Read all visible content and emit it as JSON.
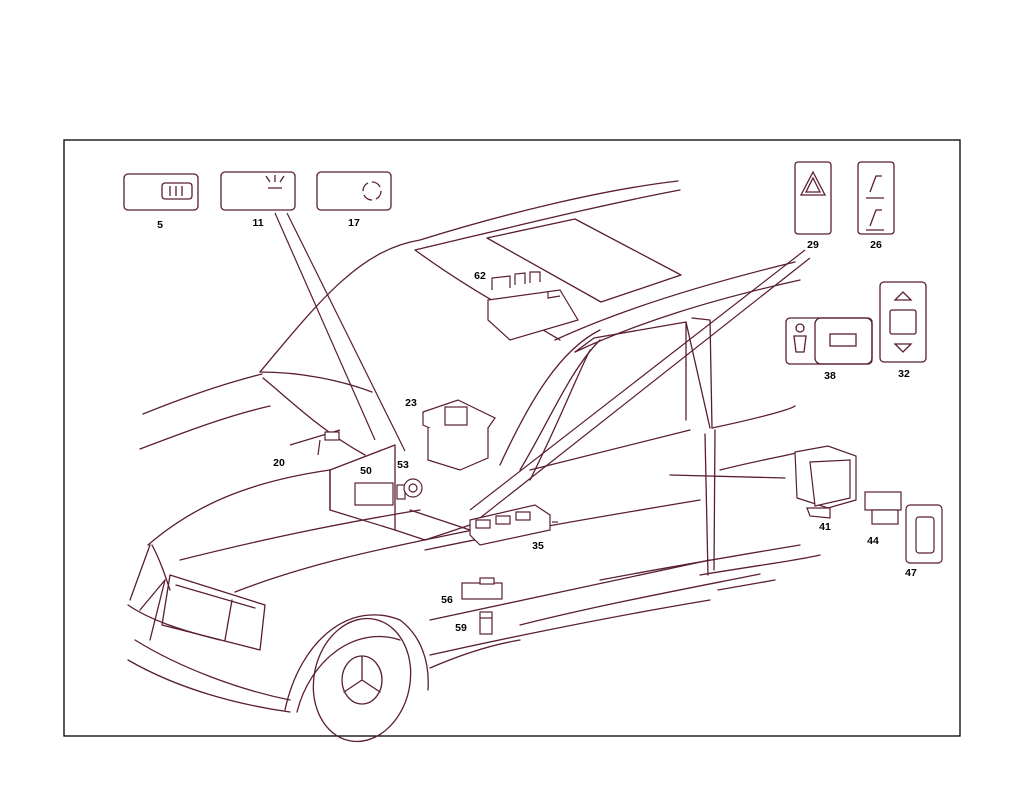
{
  "colors": {
    "background": "#ffffff",
    "line": "#5a1e2e",
    "label": "#000000",
    "frame": "#000000"
  },
  "callouts": [
    {
      "id": "5",
      "text": "5",
      "part": "rear-window-defroster-switch"
    },
    {
      "id": "11",
      "text": "11",
      "part": "interior-light-switch"
    },
    {
      "id": "17",
      "text": "17",
      "part": "recirculation-switch"
    },
    {
      "id": "20",
      "text": "20",
      "part": "sensor"
    },
    {
      "id": "23",
      "text": "23",
      "part": "switch-housing"
    },
    {
      "id": "26",
      "text": "26",
      "part": "seat-heater-switch"
    },
    {
      "id": "29",
      "text": "29",
      "part": "hazard-warning-switch"
    },
    {
      "id": "32",
      "text": "32",
      "part": "window-switch"
    },
    {
      "id": "35",
      "text": "35",
      "part": "switch-module"
    },
    {
      "id": "38",
      "text": "38",
      "part": "passenger-switch"
    },
    {
      "id": "41",
      "text": "41",
      "part": "switch-bezel"
    },
    {
      "id": "44",
      "text": "44",
      "part": "door-switch"
    },
    {
      "id": "47",
      "text": "47",
      "part": "switch-frame"
    },
    {
      "id": "50",
      "text": "50",
      "part": "ignition-switch"
    },
    {
      "id": "53",
      "text": "53",
      "part": "ring"
    },
    {
      "id": "56",
      "text": "56",
      "part": "pedal-switch"
    },
    {
      "id": "59",
      "text": "59",
      "part": "clip"
    },
    {
      "id": "62",
      "text": "62",
      "part": "control-unit"
    }
  ]
}
